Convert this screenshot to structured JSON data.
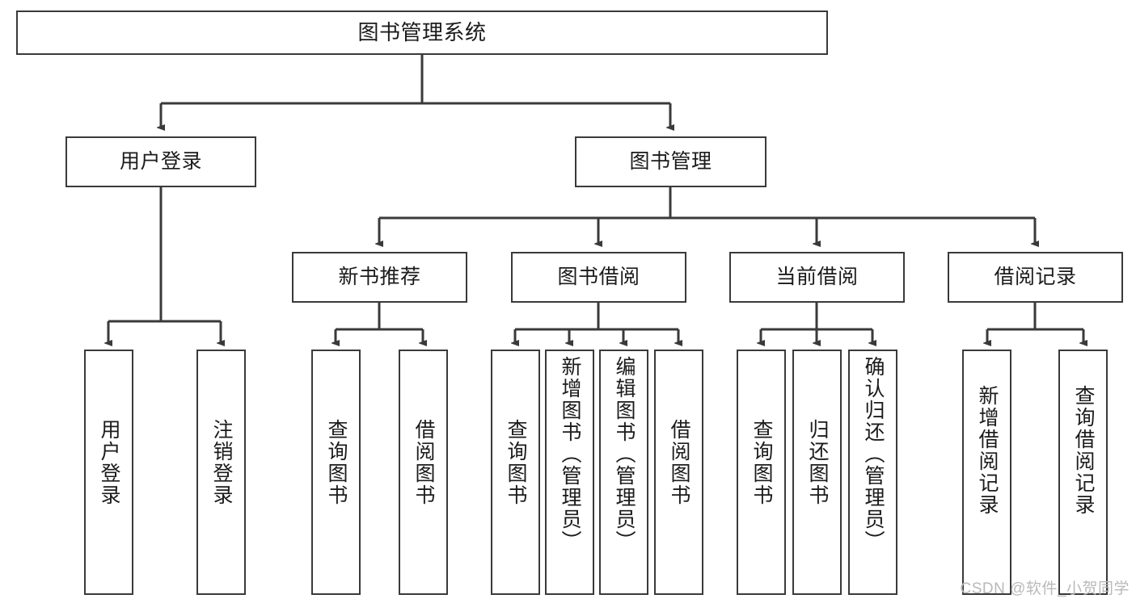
{
  "diagram": {
    "type": "tree-hierarchy-chart",
    "title": "图书管理系统",
    "stroke_color": "#3a3a3a",
    "text_color": "#1b1b1b",
    "background": "#ffffff",
    "nodes": {
      "root": {
        "label": "图书管理系统",
        "level": 0
      },
      "login": {
        "label": "用户登录",
        "level": 1
      },
      "book_mgmt": {
        "label": "图书管理",
        "level": 1
      },
      "new_book_rec": {
        "label": "新书推荐",
        "level": 2
      },
      "book_borrow": {
        "label": "图书借阅",
        "level": 2
      },
      "current_borrow": {
        "label": "当前借阅",
        "level": 2
      },
      "borrow_record": {
        "label": "借阅记录",
        "level": 2
      },
      "leaf_user_login": {
        "label": "用户登录",
        "level": 3
      },
      "leaf_logout": {
        "label": "注销登录",
        "level": 3
      },
      "leaf_query_book_1": {
        "label": "查询图书",
        "level": 3
      },
      "leaf_borrow_book_1": {
        "label": "借阅图书",
        "level": 3
      },
      "leaf_query_book_2": {
        "label": "查询图书",
        "level": 3
      },
      "leaf_add_book": {
        "label": "新增图书（管理员）",
        "level": 3
      },
      "leaf_edit_book": {
        "label": "编辑图书（管理员）",
        "level": 3
      },
      "leaf_borrow_book_2": {
        "label": "借阅图书",
        "level": 3
      },
      "leaf_query_book_3": {
        "label": "查询图书",
        "level": 3
      },
      "leaf_return_book": {
        "label": "归还图书",
        "level": 3
      },
      "leaf_confirm_return": {
        "label": "确认归还（管理员）",
        "level": 3
      },
      "leaf_add_record": {
        "label": "新增借阅记录",
        "level": 3
      },
      "leaf_query_record": {
        "label": "查询借阅记录",
        "level": 3
      }
    },
    "edges": [
      {
        "from": "root",
        "to": "login"
      },
      {
        "from": "root",
        "to": "book_mgmt"
      },
      {
        "from": "login",
        "to": "leaf_user_login"
      },
      {
        "from": "login",
        "to": "leaf_logout"
      },
      {
        "from": "book_mgmt",
        "to": "new_book_rec"
      },
      {
        "from": "book_mgmt",
        "to": "book_borrow"
      },
      {
        "from": "book_mgmt",
        "to": "current_borrow"
      },
      {
        "from": "book_mgmt",
        "to": "borrow_record"
      },
      {
        "from": "new_book_rec",
        "to": "leaf_query_book_1"
      },
      {
        "from": "new_book_rec",
        "to": "leaf_borrow_book_1"
      },
      {
        "from": "book_borrow",
        "to": "leaf_query_book_2"
      },
      {
        "from": "book_borrow",
        "to": "leaf_add_book"
      },
      {
        "from": "book_borrow",
        "to": "leaf_edit_book"
      },
      {
        "from": "book_borrow",
        "to": "leaf_borrow_book_2"
      },
      {
        "from": "current_borrow",
        "to": "leaf_query_book_3"
      },
      {
        "from": "current_borrow",
        "to": "leaf_return_book"
      },
      {
        "from": "current_borrow",
        "to": "leaf_confirm_return"
      },
      {
        "from": "borrow_record",
        "to": "leaf_add_record"
      },
      {
        "from": "borrow_record",
        "to": "leaf_query_record"
      }
    ]
  },
  "watermark": {
    "text": "CSDN @软件_小贺同学"
  }
}
